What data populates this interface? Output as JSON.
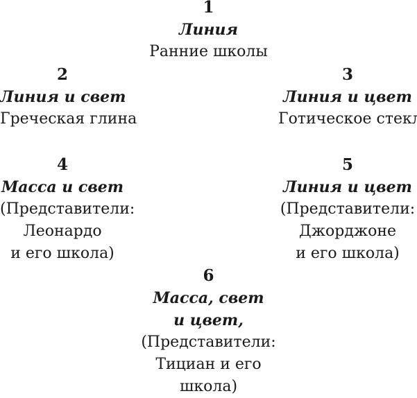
{
  "items": [
    {
      "number": "1",
      "title": "Линия",
      "lines": [
        "Ранние школы"
      ]
    },
    {
      "number": "2",
      "title": "Линия и свет",
      "lines": [
        "Греческая глина"
      ]
    },
    {
      "number": "3",
      "title": "Линия и цвет",
      "lines": [
        "Готическое стекло"
      ]
    },
    {
      "number": "4",
      "title": "Масса и свет",
      "lines": [
        "(Представители:",
        "Леонардо",
        "и его школа)"
      ]
    },
    {
      "number": "5",
      "title": "Линия и цвет",
      "lines": [
        "(Представители:",
        "Джорджоне",
        "и его школа)"
      ]
    },
    {
      "number": "6",
      "title_lines": [
        "Масса, свет",
        "и цвет,"
      ],
      "lines": [
        "(Представители:",
        "Тициан и его",
        "школа)"
      ]
    }
  ]
}
